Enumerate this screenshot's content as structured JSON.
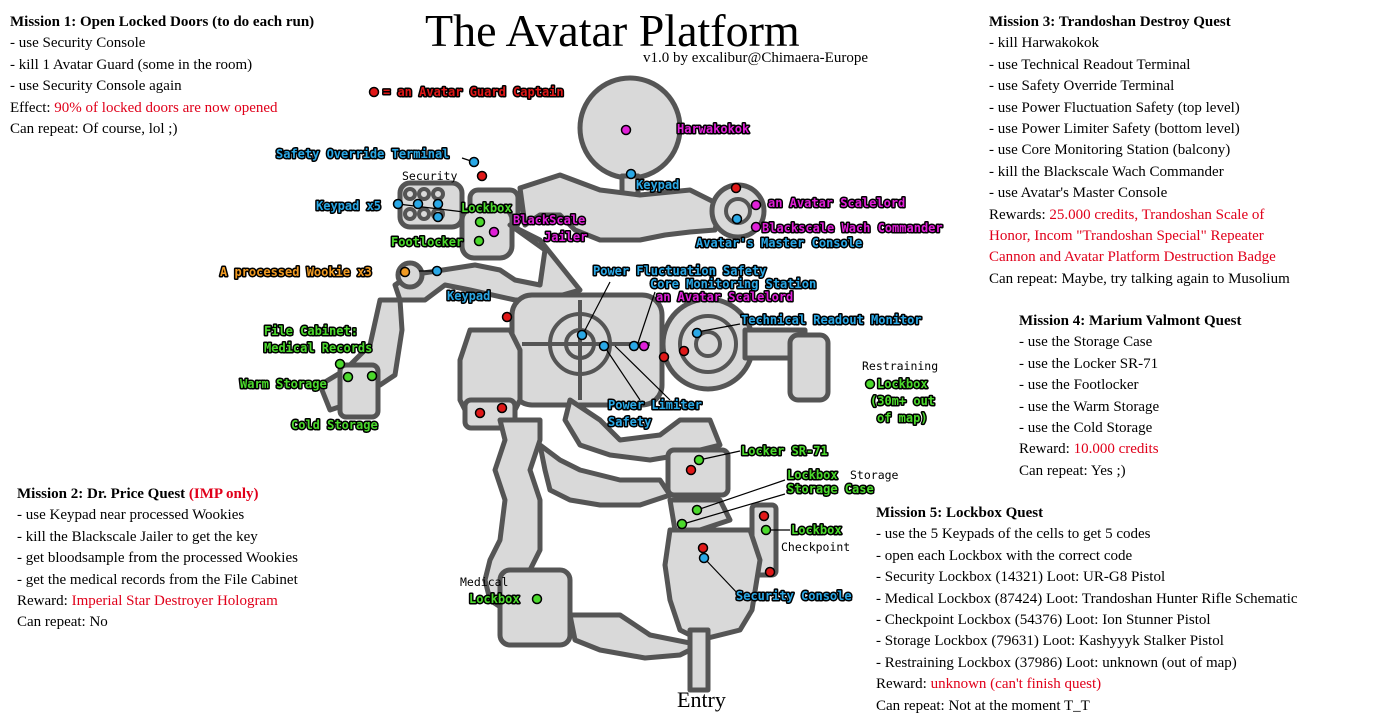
{
  "title": "The Avatar Platform",
  "subtitle": "v1.0 by excalibur@Chimaera-Europe",
  "entry_label": "Entry",
  "missions": {
    "m1": {
      "heading": "Mission 1: Open Locked Doors (to do each run)",
      "steps": [
        "- use Security Console",
        "- kill 1 Avatar Guard (some in the room)",
        "- use Security Console again"
      ],
      "effect_label": "Effect: ",
      "effect_value": "90% of locked doors are now opened",
      "repeat": "Can repeat: Of course, lol ;)"
    },
    "m2": {
      "heading": "Mission 2: Dr. Price Quest ",
      "heading_note": "(IMP only)",
      "steps": [
        "- use Keypad near processed Wookies",
        "- kill the Blackscale Jailer to get the key",
        "- get bloodsample from the processed Wookies",
        "- get the medical records from the File Cabinet"
      ],
      "reward_label": "Reward: ",
      "reward_value": "Imperial Star Destroyer Hologram",
      "repeat": "Can repeat: No"
    },
    "m3": {
      "heading": "Mission 3: Trandoshan Destroy Quest",
      "steps": [
        "- kill Harwakokok",
        "- use Technical Readout Terminal",
        "- use Safety Override Terminal",
        "- use Power Fluctuation Safety (top level)",
        "- use Power Limiter Safety (bottom level)",
        "- use Core Monitoring Station (balcony)",
        "- kill the Blackscale Wach Commander",
        "- use Avatar's Master Console"
      ],
      "reward_label": "Rewards: ",
      "reward_lines": [
        "25.000 credits, Trandoshan Scale of",
        "Honor, Incom \"Trandoshan Special\" Repeater",
        "Cannon and Avatar Platform Destruction Badge"
      ],
      "repeat": "Can repeat: Maybe, try talking again to Musolium"
    },
    "m4": {
      "heading": "Mission 4: Marium Valmont Quest",
      "steps": [
        "- use the Storage Case",
        "- use the Locker SR-71",
        "- use the Footlocker",
        "- use the Warm Storage",
        "- use the Cold Storage"
      ],
      "reward_label": "Reward: ",
      "reward_value": "10.000 credits",
      "repeat": "Can repeat: Yes ;)"
    },
    "m5": {
      "heading": "Mission 5: Lockbox Quest",
      "steps": [
        "- use the 5 Keypads of the cells to get 5 codes",
        "- open each Lockbox with the correct code",
        "- Security Lockbox (14321) Loot: UR-G8 Pistol",
        "- Medical Lockbox (87424) Loot: Trandoshan Hunter Rifle Schematic",
        "- Checkpoint Lockbox (54376) Loot: Ion Stunner Pistol",
        "- Storage Lockbox (79631) Loot: Kashyyyk Stalker Pistol",
        "- Restraining Lockbox (37986) Loot: unknown (out of map)"
      ],
      "reward_label": "Reward: ",
      "reward_value": "unknown (can't finish quest)",
      "repeat": "Can repeat: Not at the moment T_T"
    }
  },
  "map_labels": {
    "guard_captain": "= an Avatar Guard Captain",
    "harwakokok": "Harwakokok",
    "safety_override": "Safety Override Terminal",
    "security_room": "Security",
    "keypad_top": "Keypad",
    "keypad_x5": "Keypad x5",
    "lockbox_security": "Lockbox",
    "blackscale_jailer_1": "BlackScale",
    "blackscale_jailer_2": "Jailer",
    "footlocker": "Footlocker",
    "avatar_scalelord_1": "an Avatar Scalelord",
    "blackscale_commander": "Blackscale Wach Commander",
    "master_console": "Avatar's Master Console",
    "wookie": "A processed Wookie x3",
    "keypad_wookie": "Keypad",
    "power_fluctuation": "Power Fluctuation Safety",
    "core_monitoring": "Core Monitoring Station",
    "avatar_scalelord_2": "an Avatar Scalelord",
    "technical_readout": "Technical Readout Monitor",
    "file_cabinet_1": "File Cabinet:",
    "file_cabinet_2": "Medical Records",
    "warm_storage": "Warm Storage",
    "cold_storage": "Cold Storage",
    "restraining": "Restraining",
    "lockbox_restraining": "Lockbox",
    "out_of_map_1": "(30m+ out",
    "out_of_map_2": "of map)",
    "power_limiter_1": "Power Limiter",
    "power_limiter_2": "Safety",
    "locker_sr71": "Locker SR-71",
    "lockbox_storage": "Lockbox",
    "storage_room": "Storage",
    "storage_case": "Storage Case",
    "lockbox_checkpoint": "Lockbox",
    "checkpoint_room": "Checkpoint",
    "medical_room": "Medical",
    "lockbox_medical": "Lockbox",
    "security_console": "Security Console"
  },
  "colors": {
    "red_text": "#e0001a",
    "npc_red": "#e01818",
    "object_blue": "#2aa8e6",
    "loot_green": "#4bd92c",
    "boss_magenta": "#e020d8",
    "wookie_orange": "#f09a22",
    "floor": "#d9d9d9",
    "wall": "#555555"
  }
}
